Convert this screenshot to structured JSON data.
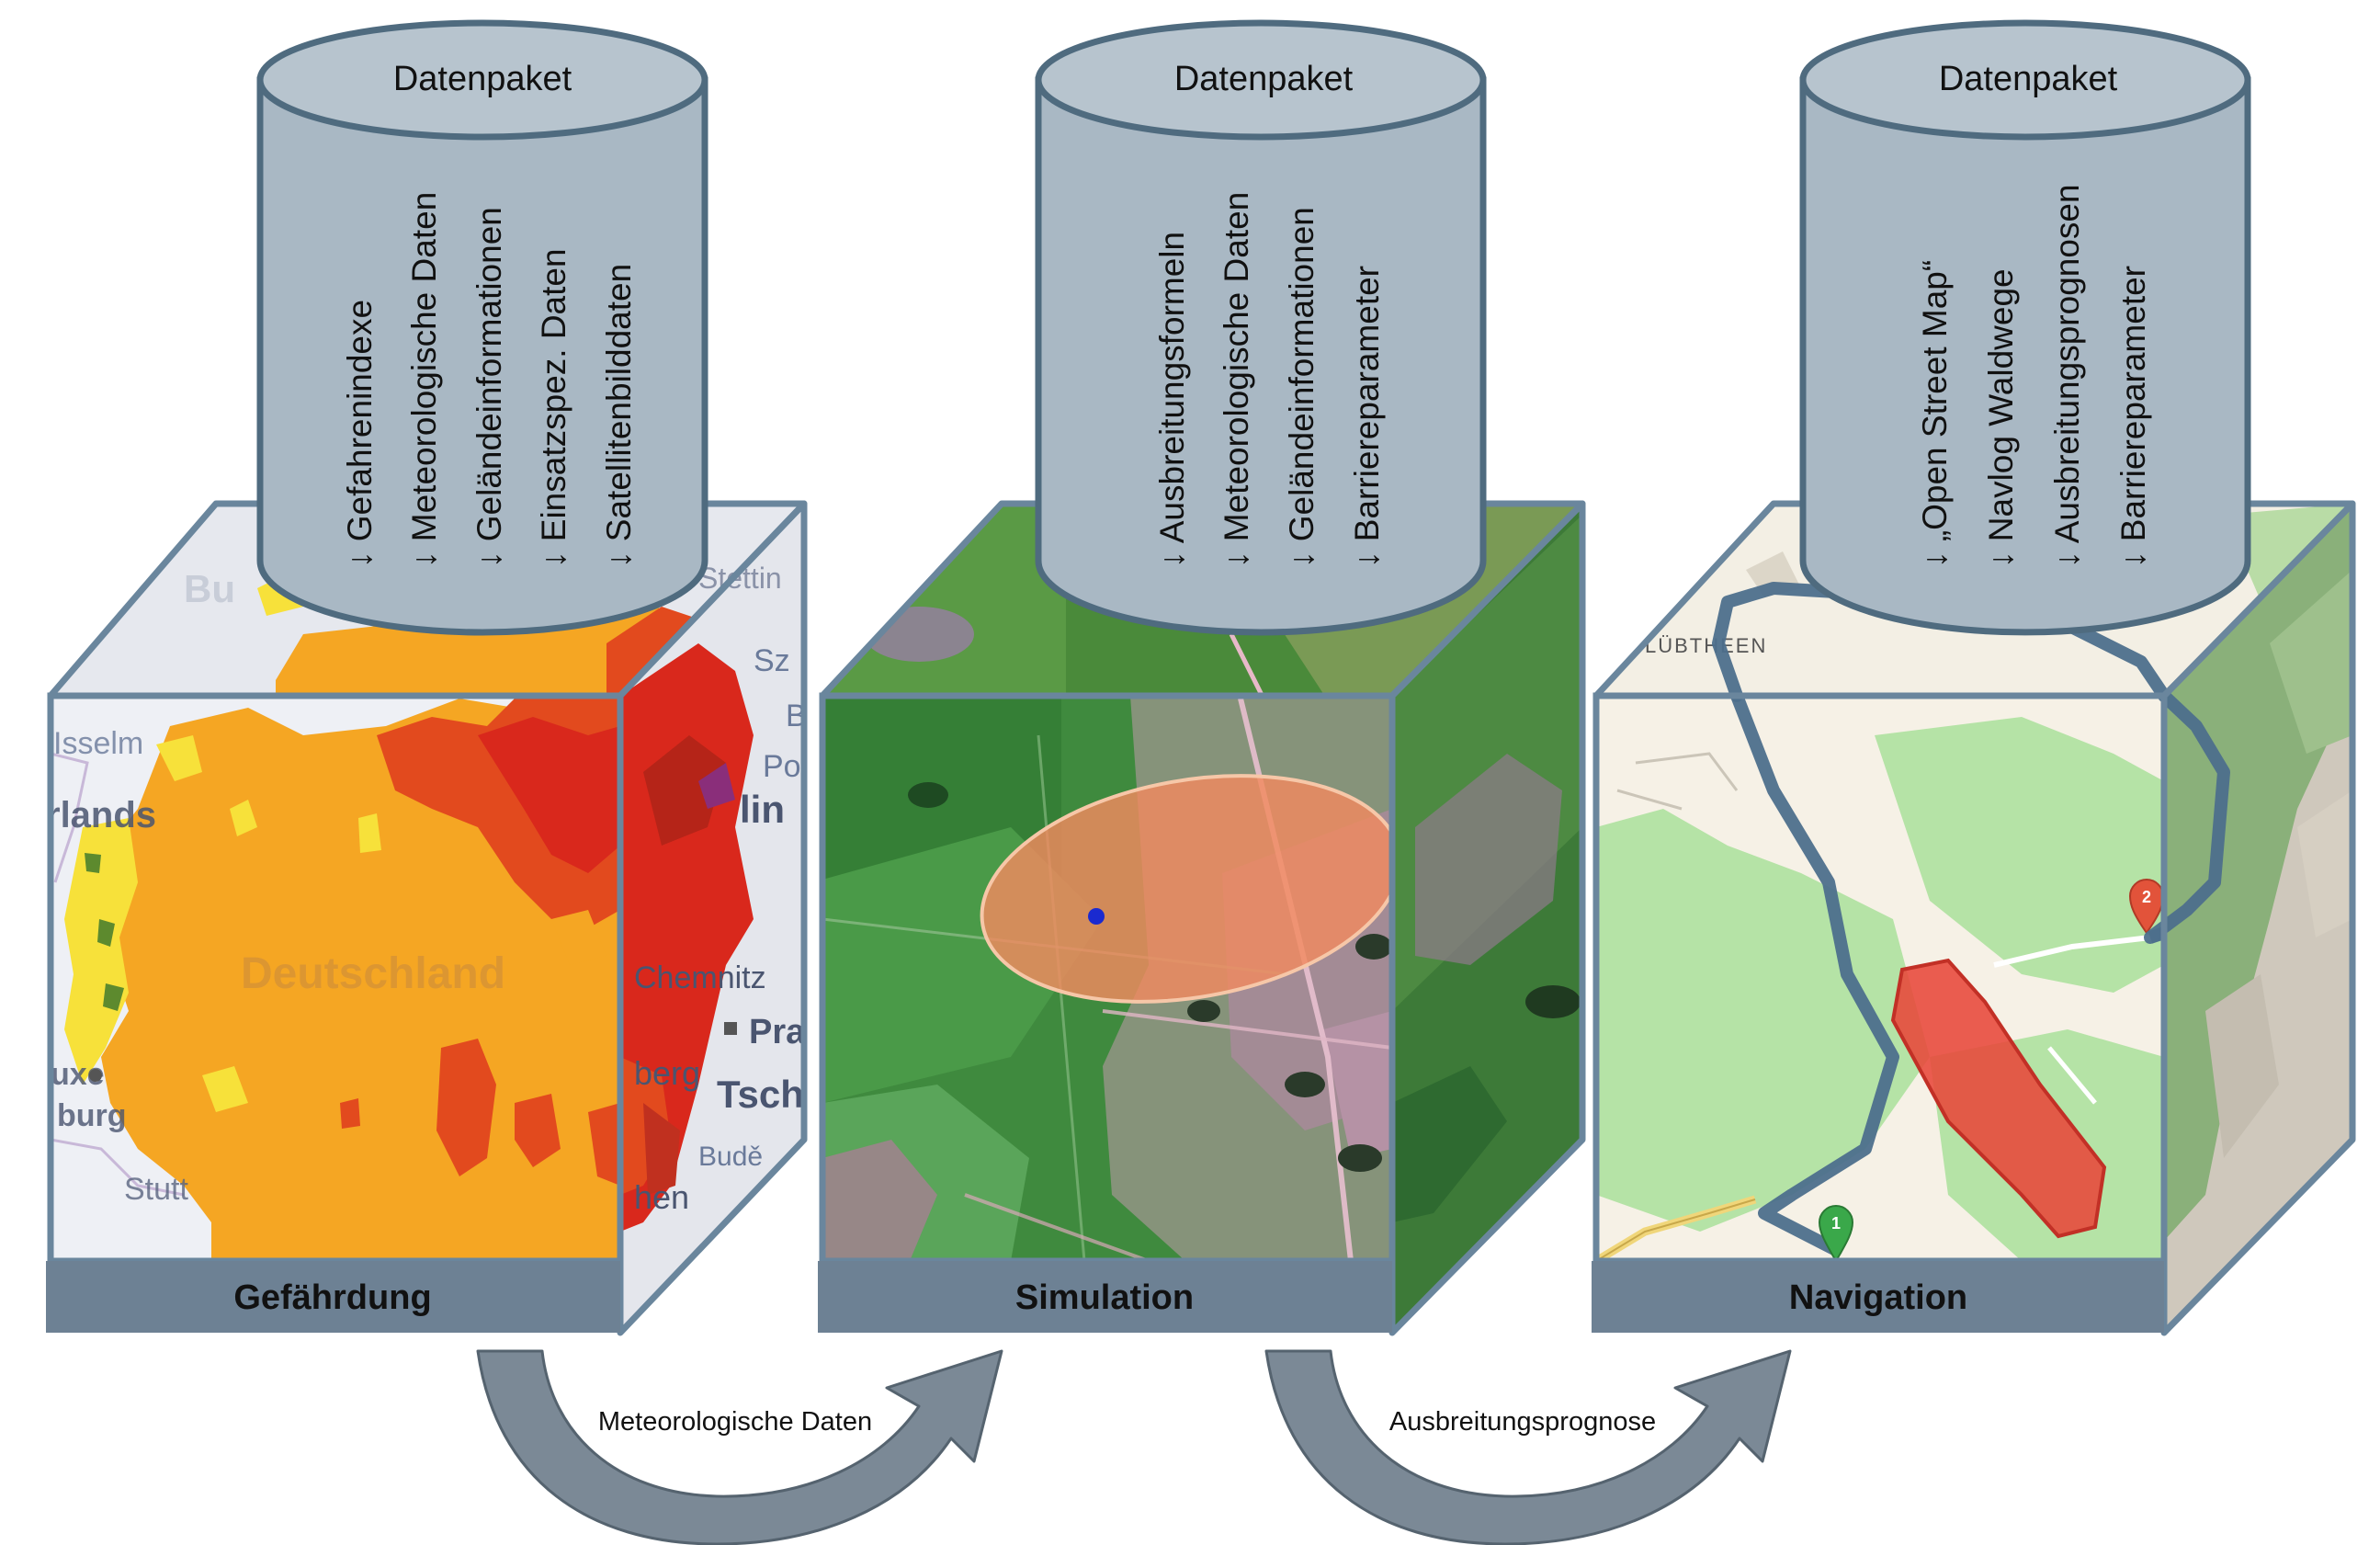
{
  "stages": [
    {
      "label": "Gefährdung",
      "map_type": "danger-map",
      "cylinder": {
        "title": "Datenpaket",
        "items": [
          "Gefahrenindexe",
          "Meteorologische Daten",
          "Geländeinformationen",
          "Einsatzspez. Daten",
          "Satellitenbilddaten"
        ]
      },
      "map_labels": [
        "Bu",
        "Stettin",
        "Sz",
        "Isselm",
        "rlands",
        "Deutschland",
        "Po",
        "lin",
        "Chemnitz",
        "Pra",
        "uxe",
        "burg",
        "berg",
        "Tsch",
        "Stutt",
        "Budě",
        "hen",
        "B"
      ]
    },
    {
      "label": "Simulation",
      "map_type": "satellite-image",
      "cylinder": {
        "title": "Datenpaket",
        "items": [
          "Ausbreitungsformeln",
          "Meteorologische Daten",
          "Geländeinformationen",
          "Barriereparameter"
        ]
      }
    },
    {
      "label": "Navigation",
      "map_type": "street-map",
      "cylinder": {
        "title": "Datenpaket",
        "items": [
          "„Open Street Map“",
          "Navlog Waldwege",
          "Ausbreitungsprognosen",
          "Barriereparameter"
        ]
      },
      "map_labels": [
        "LÜBTHEEN",
        "1",
        "2"
      ]
    }
  ],
  "flows": [
    {
      "label": "Meteorologische Daten",
      "from": "Gefährdung",
      "to": "Simulation"
    },
    {
      "label": "Ausbreitungsprognose",
      "from": "Simulation",
      "to": "Navigation"
    }
  ],
  "colors": {
    "cube_frame": "#6a869d",
    "label_bar": "#6d8194",
    "cylinder_fill": "#a9b8c4",
    "cylinder_stroke": "#4f6b7f",
    "flow_arrow": "#7b8996",
    "danger_orange": "#f5a623",
    "danger_red": "#d9281c",
    "fire_area": "#f28a5f",
    "route": "#4d6f8c",
    "danger_zone": "#e8473a"
  }
}
